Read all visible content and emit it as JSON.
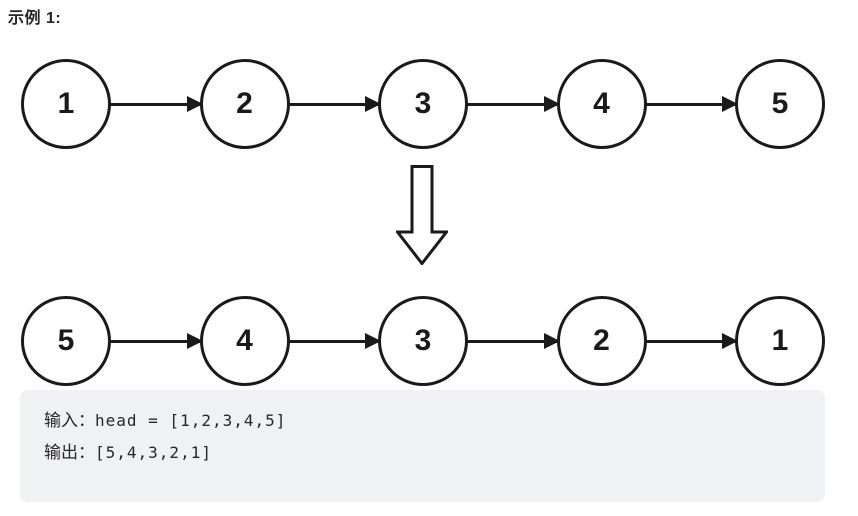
{
  "example": {
    "title": "示例 1:"
  },
  "diagram": {
    "original_list": {
      "nodes": [
        "1",
        "2",
        "3",
        "4",
        "5"
      ]
    },
    "reversed_list": {
      "nodes": [
        "5",
        "4",
        "3",
        "2",
        "1"
      ]
    }
  },
  "io": {
    "input_label": "输入：",
    "input_value": "head = [1,2,3,4,5]",
    "output_label": "输出：",
    "output_value": "[5,4,3,2,1]"
  },
  "icons": {
    "link_arrow": "right-arrow-icon",
    "transform_arrow": "down-arrow-icon"
  },
  "colors": {
    "background": "#ffffff",
    "node_stroke": "#1a1a1a",
    "arrow": "#1a1a1a",
    "text": "#262626",
    "io_box_background": "#f0f1f2"
  }
}
